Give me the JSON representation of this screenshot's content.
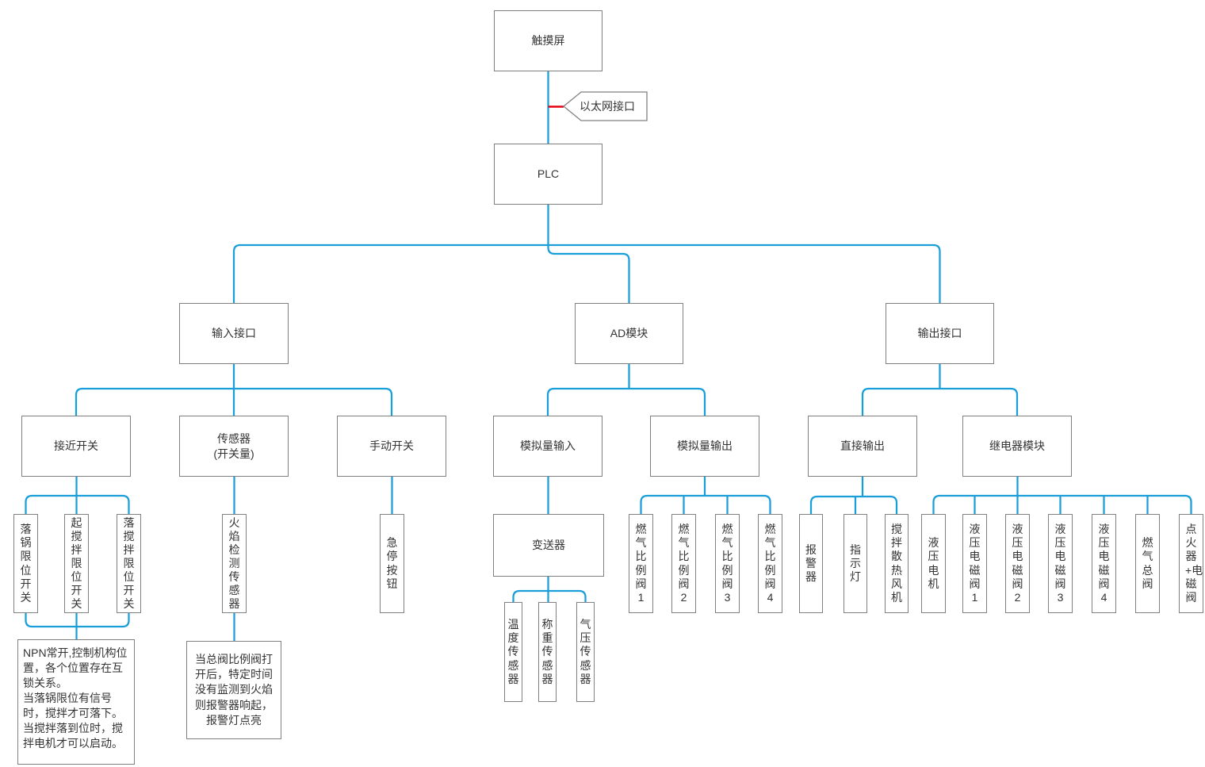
{
  "colors": {
    "connector_line": "#1A9EDA",
    "ethernet_line": "#E60012",
    "box_border": "#808080",
    "text_color": "#333333",
    "background": "#FFFFFF"
  },
  "nodes": {
    "touchscreen": "触摸屏",
    "ethernet_tag": "以太网接口",
    "plc": "PLC",
    "input_interface": "输入接口",
    "ad_module": "AD模块",
    "output_interface": "输出接口",
    "proximity_switch": "接近开关",
    "sensor_switch": "传感器\n(开关量)",
    "manual_switch": "手动开关",
    "analog_input": "模拟量输入",
    "analog_output": "模拟量输出",
    "direct_output": "直接输出",
    "relay_module": "继电器模块",
    "pot_lower_limit_switch": "落锅限位开关",
    "stir_raise_limit_switch": "起搅拌限位开关",
    "stir_lower_limit_switch": "落搅拌限位开关",
    "flame_detect_sensor": "火焰检测传感器",
    "emergency_stop_button": "急停按钮",
    "transmitter": "变送器",
    "temperature_sensor": "温度传感器",
    "weighing_sensor": "称重传感器",
    "air_pressure_sensor": "气压传感器",
    "gas_proportional_valve_1": "燃气比例阀1",
    "gas_proportional_valve_2": "燃气比例阀2",
    "gas_proportional_valve_3": "燃气比例阀3",
    "gas_proportional_valve_4": "燃气比例阀4",
    "alarm": "报警器",
    "indicator_light": "指示灯",
    "stir_cooling_fan": "搅拌散热风机",
    "hydraulic_motor": "液压电机",
    "hydraulic_solenoid_valve_1": "液压电磁阀1",
    "hydraulic_solenoid_valve_2": "液压电磁阀2",
    "hydraulic_solenoid_valve_3": "液压电磁阀3",
    "hydraulic_solenoid_valve_4": "液压电磁阀4",
    "gas_main_valve": "燃气总阀",
    "igniter_plus_solenoid_valve": "点火器+电磁阀"
  },
  "notes": {
    "proximity_note": "NPN常开,控制机构位置，各个位置存在互锁关系。\n当落锅限位有信号时，搅拌才可落下。\n当搅拌落到位时，搅拌电机才可以启动。",
    "flame_note": "当总阀比例阀打开后，特定时间没有监测到火焰则报警器响起，\n报警灯点亮"
  }
}
